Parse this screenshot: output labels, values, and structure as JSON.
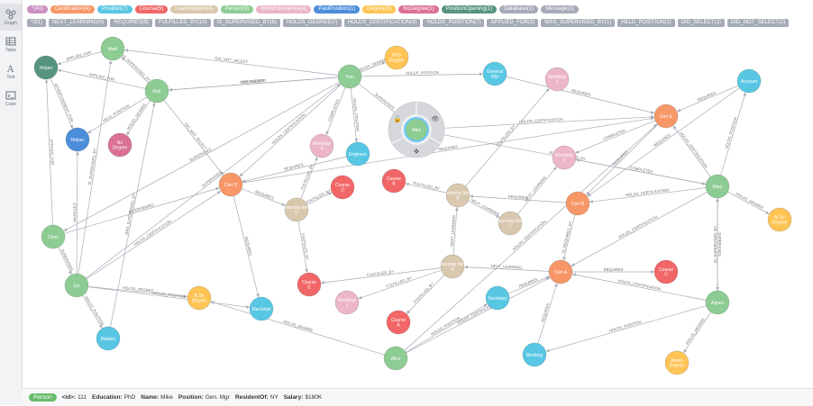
{
  "sidebar": {
    "items": [
      {
        "label": "Graph",
        "icon": "graph-icon",
        "active": true
      },
      {
        "label": "Table",
        "icon": "table-icon",
        "active": false
      },
      {
        "label": "Text",
        "icon": "text-icon",
        "active": false
      },
      {
        "label": "Code",
        "icon": "code-icon",
        "active": false
      }
    ]
  },
  "label_pills": [
    {
      "text": "*(43)",
      "color": "#c990c0"
    },
    {
      "text": "Certification(4)",
      "color": "#f79767"
    },
    {
      "text": "Position(7)",
      "color": "#57c7e3"
    },
    {
      "text": "Course(5)",
      "color": "#f16667"
    },
    {
      "text": "LearningItem(4)",
      "color": "#d9c8ae"
    },
    {
      "text": "Person(9)",
      "color": "#8dcc93"
    },
    {
      "text": "WorkExperience(4)",
      "color": "#ecb5c9"
    },
    {
      "text": "PastPosition(1)",
      "color": "#4c8eda"
    },
    {
      "text": "Degree(5)",
      "color": "#ffc454"
    },
    {
      "text": "NoDegree(1)",
      "color": "#da7194"
    },
    {
      "text": "PositionOpening(1)",
      "color": "#569480"
    },
    {
      "text": "Database(1)",
      "color": "#a5abb6"
    },
    {
      "text": "Message(1)",
      "color": "#a5abb6"
    }
  ],
  "rel_pills": [
    "*(81)",
    "NEXT_LEARNING(5)",
    "REQUIRES(9)",
    "FULFILLED_BY(10)",
    "IS_SUPERVISED_BY(6)",
    "HOLDS_DEGREE(7)",
    "HOLDS_CERTIFICATION(9)",
    "HOLDS_POSITION(7)",
    "APPLIED_FOR(3)",
    "WAS_SUPERVISED_BY(1)",
    "HELD_POSITION(1)",
    "DID_SELECT(1)",
    "DID_NOT_SELECT(2)"
  ],
  "colors": {
    "person": "#8dcc93",
    "certification": "#f79767",
    "position": "#57c7e3",
    "course": "#f16667",
    "learning": "#d9c8ae",
    "work": "#ecb5c9",
    "past": "#4c8eda",
    "degree": "#ffc454",
    "nodegree": "#da7194",
    "opening": "#569480"
  },
  "nodes": [
    {
      "id": "mark",
      "label": "Mark",
      "type": "person"
    },
    {
      "id": "helper_open",
      "label": "Helper",
      "type": "opening"
    },
    {
      "id": "bob",
      "label": "Bob",
      "type": "person"
    },
    {
      "id": "helper_past",
      "label": "Helper",
      "type": "past"
    },
    {
      "id": "nodeg",
      "label": "No Degree",
      "type": "nodegree"
    },
    {
      "id": "tom",
      "label": "Tom",
      "type": "person"
    },
    {
      "id": "phd",
      "label": "PhD Degree",
      "type": "degree"
    },
    {
      "id": "genmgr",
      "label": "General Mgr",
      "type": "position"
    },
    {
      "id": "workexp3",
      "label": "WorkExp 3",
      "type": "work"
    },
    {
      "id": "account",
      "label": "Account",
      "type": "position"
    },
    {
      "id": "mike",
      "label": "Mike",
      "type": "person"
    },
    {
      "id": "certe",
      "label": "Cert E",
      "type": "certification"
    },
    {
      "id": "workexp4",
      "label": "WorkExp 4",
      "type": "work"
    },
    {
      "id": "engineer",
      "label": "Engineer",
      "type": "position"
    },
    {
      "id": "certd",
      "label": "Cert D",
      "type": "certification"
    },
    {
      "id": "courseb",
      "label": "Course B",
      "type": "course"
    },
    {
      "id": "coursed",
      "label": "Course D",
      "type": "course"
    },
    {
      "id": "workexp2",
      "label": "WorkExp 2",
      "type": "work"
    },
    {
      "id": "mary",
      "label": "Mary",
      "type": "person"
    },
    {
      "id": "msc",
      "label": "M.Sc Degree",
      "type": "degree"
    },
    {
      "id": "chris",
      "label": "Chris",
      "type": "person"
    },
    {
      "id": "lid",
      "label": "Learning Item D",
      "type": "learning"
    },
    {
      "id": "lib",
      "label": "Learning Item B",
      "type": "learning"
    },
    {
      "id": "certb",
      "label": "Cert B",
      "type": "certification"
    },
    {
      "id": "lic",
      "label": "Learning Item C",
      "type": "learning"
    },
    {
      "id": "ed",
      "label": "Ed",
      "type": "person"
    },
    {
      "id": "coursee",
      "label": "Course E",
      "type": "course"
    },
    {
      "id": "lia",
      "label": "Learning Item A",
      "type": "learning"
    },
    {
      "id": "certa",
      "label": "Cert A",
      "type": "certification"
    },
    {
      "id": "coursec",
      "label": "Course C",
      "type": "course"
    },
    {
      "id": "bsc",
      "label": "B.Sc Degree",
      "type": "degree"
    },
    {
      "id": "workexp1",
      "label": "WorkExp 1",
      "type": "work"
    },
    {
      "id": "secretary",
      "label": "Secretary",
      "type": "position"
    },
    {
      "id": "agnes",
      "label": "Agnes",
      "type": "person"
    },
    {
      "id": "machinist",
      "label": "Machinist",
      "type": "position"
    },
    {
      "id": "maiden",
      "label": "Maiden",
      "type": "position"
    },
    {
      "id": "coursea",
      "label": "Course A",
      "type": "course"
    },
    {
      "id": "alice",
      "label": "Alice",
      "type": "person"
    },
    {
      "id": "booking",
      "label": "Booking",
      "type": "position"
    },
    {
      "id": "assoc",
      "label": "Assoc Degree",
      "type": "degree"
    }
  ],
  "edges": [
    {
      "from": "bob",
      "to": "mark",
      "label": "IS_SUPERVISED_BY"
    },
    {
      "from": "bob",
      "to": "helper_open",
      "label": "APPLIED_FOR"
    },
    {
      "from": "mark",
      "to": "helper_open",
      "label": "APPLIED_FOR"
    },
    {
      "from": "tom",
      "to": "mark",
      "label": "DID_NOT_SELECT"
    },
    {
      "from": "tom",
      "to": "bob",
      "label": "DID_SELECT"
    },
    {
      "from": "tom",
      "to": "bob",
      "label": "INTERVIEWED"
    },
    {
      "from": "bob",
      "to": "helper_past",
      "label": "HELD_POSITION"
    },
    {
      "from": "bob",
      "to": "nodeg",
      "label": "HOLDS_DEGREE"
    },
    {
      "from": "chris",
      "to": "helper_open",
      "label": "APPLIED_FOR"
    },
    {
      "from": "ed",
      "to": "helper_past",
      "label": "MANAGED"
    },
    {
      "from": "helper_open",
      "to": "helper_past",
      "label": "ADVERTISEMENT_FOR"
    },
    {
      "from": "tom",
      "to": "mike",
      "label": "SUPERVISES"
    },
    {
      "from": "tom",
      "to": "phd",
      "label": "HOLDS_DEGREE"
    },
    {
      "from": "tom",
      "to": "genmgr",
      "label": "HOLDS_POSITION"
    },
    {
      "from": "tom",
      "to": "engineer",
      "label": "HOLDS_POSITION"
    },
    {
      "from": "tom",
      "to": "workexp4",
      "label": "COMPLETED"
    },
    {
      "from": "tom",
      "to": "certd",
      "label": "HOLDS_CERTIFICATION"
    },
    {
      "from": "tom",
      "to": "chris",
      "label": "SUPERVISES"
    },
    {
      "from": "mike",
      "to": "certe",
      "label": "HOLDS_CERTIFICATION"
    },
    {
      "from": "mike",
      "to": "mary",
      "label": "IS_SUPERVISED_BY"
    },
    {
      "from": "bob",
      "to": "certd",
      "label": "DID_NOT_SELECT"
    },
    {
      "from": "certd",
      "to": "certe",
      "label": "REQUIRES"
    },
    {
      "from": "certd",
      "to": "lid",
      "label": "REQUIRES"
    },
    {
      "from": "certd",
      "to": "machinist",
      "label": "REQUIRES"
    },
    {
      "from": "lid",
      "to": "coursed",
      "label": "FULFILLED_BY"
    },
    {
      "from": "lid",
      "to": "coursee",
      "label": "FULFILLED_BY"
    },
    {
      "from": "lid",
      "to": "workexp4",
      "label": "FULFILLED_BY"
    },
    {
      "from": "certb",
      "to": "lib",
      "label": "REQUIRES"
    },
    {
      "from": "lib",
      "to": "courseb",
      "label": "FULFILLED_BY"
    },
    {
      "from": "lib",
      "to": "lic",
      "label": "NEXT_LEARNING"
    },
    {
      "from": "lib",
      "to": "workexp3",
      "label": "FULFILLED_BY"
    },
    {
      "from": "lia",
      "to": "lib",
      "label": "NEXT_LEARNING"
    },
    {
      "from": "lic",
      "to": "workexp2",
      "label": "NEXT_LEARNING"
    },
    {
      "from": "certa",
      "to": "lia",
      "label": "NEXT_LEARNING"
    },
    {
      "from": "lia",
      "to": "coursee",
      "label": "FULFILLED_BY"
    },
    {
      "from": "lia",
      "to": "coursea",
      "label": "FULFILLED_BY"
    },
    {
      "from": "lia",
      "to": "workexp1",
      "label": "FULFILLED_BY"
    },
    {
      "from": "certa",
      "to": "coursec",
      "label": "REQUIRES"
    },
    {
      "from": "mary",
      "to": "certe",
      "label": "HOLDS_CERTIFICATION"
    },
    {
      "from": "mary",
      "to": "certb",
      "label": "HOLDS_CERTIFICATION"
    },
    {
      "from": "mary",
      "to": "msc",
      "label": "HOLDS_DEGREE"
    },
    {
      "from": "mary",
      "to": "account",
      "label": "HOLDS_POSITION"
    },
    {
      "from": "mary",
      "to": "workexp2",
      "label": "COMPLETED"
    },
    {
      "from": "mary",
      "to": "agnes",
      "label": "SUPERVISES"
    },
    {
      "from": "mary",
      "to": "certa",
      "label": "HOLDS_CERTIFICATION"
    },
    {
      "from": "agnes",
      "to": "mary",
      "label": "IS_SUPERVISED_BY"
    },
    {
      "from": "agnes",
      "to": "certa",
      "label": "HOLDS_CERTIFICATION"
    },
    {
      "from": "agnes",
      "to": "assoc",
      "label": "HOLDS_DEGREE"
    },
    {
      "from": "agnes",
      "to": "booking",
      "label": "HOLDS_POSITION"
    },
    {
      "from": "alice",
      "to": "secretary",
      "label": "HOLDS_POSITION"
    },
    {
      "from": "alice",
      "to": "certa",
      "label": "HOLDS_CERTIFICATION"
    },
    {
      "from": "alice",
      "to": "certe",
      "label": "HOLDS_CERTIFICATION"
    },
    {
      "from": "ed",
      "to": "bsc",
      "label": "HOLDS_DEGREE"
    },
    {
      "from": "ed",
      "to": "machinist",
      "label": "HOLDS_POSITION"
    },
    {
      "from": "ed",
      "to": "certd",
      "label": "HOLDS_CERTIFICATION"
    },
    {
      "from": "ed",
      "to": "mark",
      "label": "IS_SUPERVISED_BY"
    },
    {
      "from": "ed",
      "to": "maiden",
      "label": "HOLDS_POSITION"
    },
    {
      "from": "alice",
      "to": "bsc",
      "label": "HOLDS_DEGREE"
    },
    {
      "from": "chris",
      "to": "certd",
      "label": "INTERVIEWED"
    },
    {
      "from": "chris",
      "to": "ed",
      "label": "SUPERVISES"
    },
    {
      "from": "maiden",
      "to": "bob",
      "label": "WAS_SUPERVISED_BY"
    },
    {
      "from": "ed",
      "to": "tom",
      "label": "SUPERVISES"
    },
    {
      "from": "account",
      "to": "certe",
      "label": "REQUIRES"
    },
    {
      "from": "account",
      "to": "certb",
      "label": "REQUIRES"
    },
    {
      "from": "secretary",
      "to": "certa",
      "label": "REQUIRES"
    },
    {
      "from": "booking",
      "to": "certa",
      "label": "REQUIRES"
    },
    {
      "from": "genmgr",
      "to": "certe",
      "label": "REQUIRES"
    },
    {
      "from": "engineer",
      "to": "certd",
      "label": "REQUIRES"
    },
    {
      "from": "certe",
      "to": "certb",
      "label": "REQUIRES"
    },
    {
      "from": "certb",
      "to": "certa",
      "label": "IS_REQUIRED_BY"
    },
    {
      "from": "certe",
      "to": "workexp2",
      "label": "COMPLETED"
    }
  ],
  "status": {
    "person_label": "Person",
    "items": [
      {
        "key": "<id>:",
        "value": "111"
      },
      {
        "key": "Education:",
        "value": "PhD"
      },
      {
        "key": "Name:",
        "value": "Mike"
      },
      {
        "key": "Position:",
        "value": "Gen. Mgr"
      },
      {
        "key": "ResidentOf:",
        "value": "NY"
      },
      {
        "key": "Salary:",
        "value": "$180K"
      }
    ]
  }
}
